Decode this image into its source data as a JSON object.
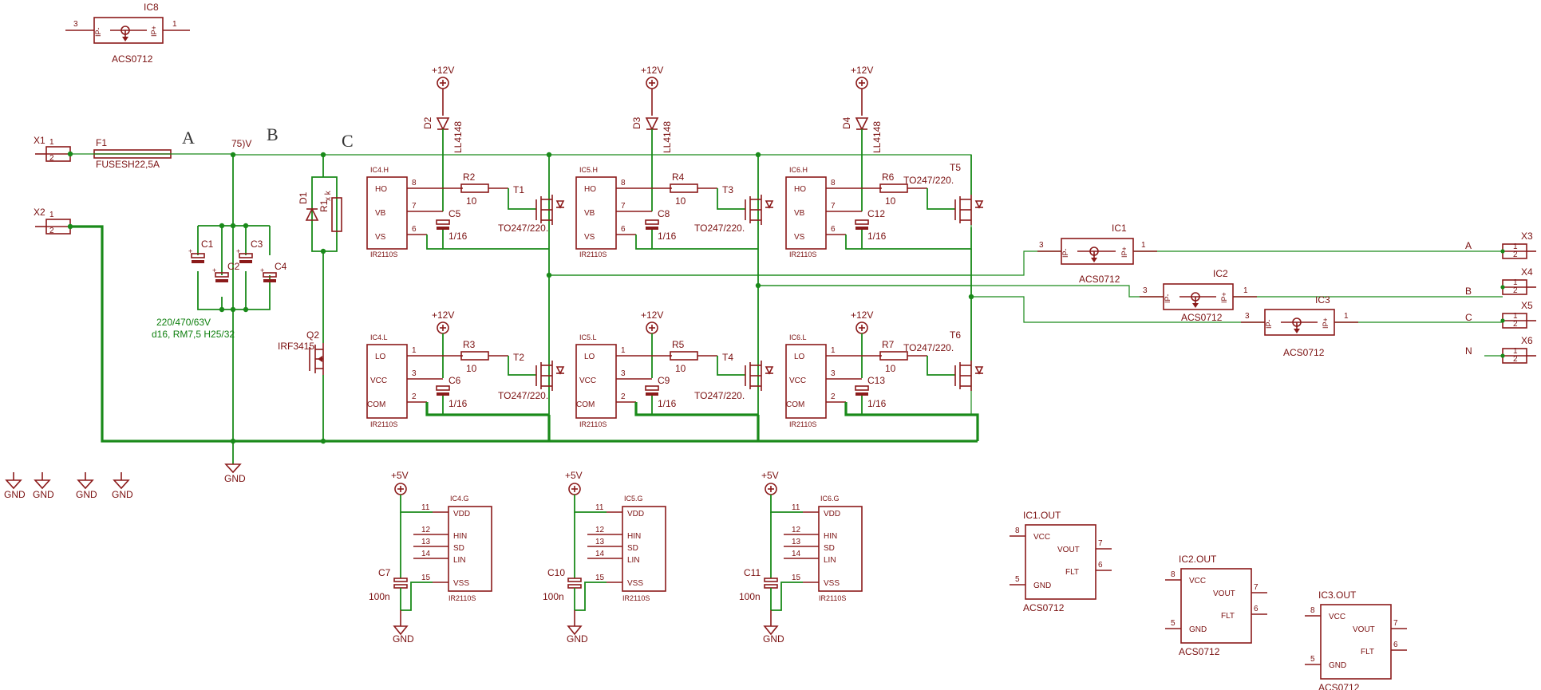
{
  "nets": {
    "a": "A",
    "b": "B",
    "c": "C",
    "v75": "75)V",
    "vcc12": "+12V",
    "vcc5": "+5V",
    "gnd": "GND",
    "out_a": "A",
    "out_b": "B",
    "out_c": "C",
    "out_n": "N"
  },
  "parts": {
    "ic8": "IC8",
    "ic1": "IC1",
    "ic2": "IC2",
    "ic3": "IC3",
    "acs": "ACS0712",
    "x1": "X1",
    "x2": "X2",
    "x3": "X3",
    "x4": "X4",
    "x5": "X5",
    "x6": "X6",
    "f1": "F1",
    "f1_value": "FUSESH22,5A",
    "c1": "C1",
    "c2": "C2",
    "c3": "C3",
    "c4": "C4",
    "cap_note_1": "220/470/63V",
    "cap_note_2": "d16, RM7,5 H25/32",
    "d1": "D1",
    "r1": "R1",
    "r1_value": "x k",
    "q2": "Q2",
    "q2_value": "IRF3415",
    "d2": "D2",
    "d3": "D3",
    "d4": "D4",
    "diode_value": "LL4148",
    "ic4h": "IC4.H",
    "ic5h": "IC5.H",
    "ic6h": "IC6.H",
    "ic4l": "IC4.L",
    "ic5l": "IC5.L",
    "ic6l": "IC6.L",
    "ic4g": "IC4.G",
    "ic5g": "IC5.G",
    "ic6g": "IC6.G",
    "ir2110": "IR2110S",
    "r2": "R2",
    "r3": "R3",
    "r4": "R4",
    "r5": "R5",
    "r6": "R6",
    "r7": "R7",
    "r_value": "10",
    "c5": "C5",
    "c6": "C6",
    "c8": "C8",
    "c9": "C9",
    "c12": "C12",
    "c13": "C13",
    "boot_value": "1/16",
    "c7": "C7",
    "c10": "C10",
    "c11": "C11",
    "dec_value": "100n",
    "t1": "T1",
    "t2": "T2",
    "t3": "T3",
    "t4": "T4",
    "t5": "T5",
    "t6": "T6",
    "t_value": "TO247/220.",
    "ic1out": "IC1.OUT",
    "ic2out": "IC2.OUT",
    "ic3out": "IC3.OUT"
  },
  "pins": {
    "ho": "HO",
    "vb": "VB",
    "vs": "VS",
    "lo": "LO",
    "vcc": "VCC",
    "com": "COM",
    "vdd": "VDD",
    "hin": "HIN",
    "sd": "SD",
    "lin": "LIN",
    "vss": "VSS",
    "ip_minus": "IP-",
    "ip_plus": "IP+",
    "acs_vcc": "VCC",
    "vout": "VOUT",
    "flt": "FLT",
    "acs_gnd": "GND",
    "n1": "1",
    "n2": "2",
    "n3": "3",
    "n5": "5",
    "n6": "6",
    "n7": "7",
    "n8": "8",
    "n11": "11",
    "n12": "12",
    "n13": "13",
    "n14": "14",
    "n15": "15"
  },
  "colors": {
    "symbol": "#8b1a1a",
    "net": "#1a8a1a",
    "text": "#7a1010",
    "note": "#108010"
  }
}
